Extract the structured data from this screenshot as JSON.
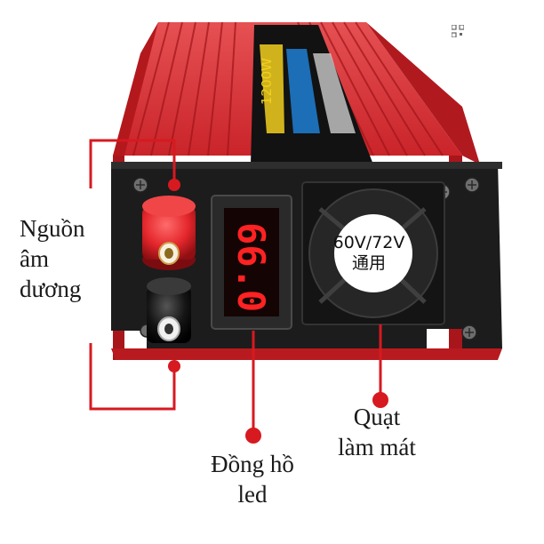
{
  "device": {
    "model_text": "1200W",
    "display_reading": "66.0",
    "fan_label_line1": "60V/72V",
    "fan_label_line2": "通用",
    "body_color": "#d8282a",
    "panel_color": "#1b1b1b",
    "display_color": "#ff2222"
  },
  "labels": {
    "power": [
      "Nguồn",
      "âm",
      "dương"
    ],
    "led": [
      "Đồng hồ",
      "led"
    ],
    "fan": [
      "Quạt",
      "làm mát"
    ]
  },
  "icons": {
    "corner": "qr-scan-icon"
  },
  "colors": {
    "callout": "#d71920",
    "terminal_positive": "#e3262b",
    "terminal_negative": "#0e0e0e"
  }
}
